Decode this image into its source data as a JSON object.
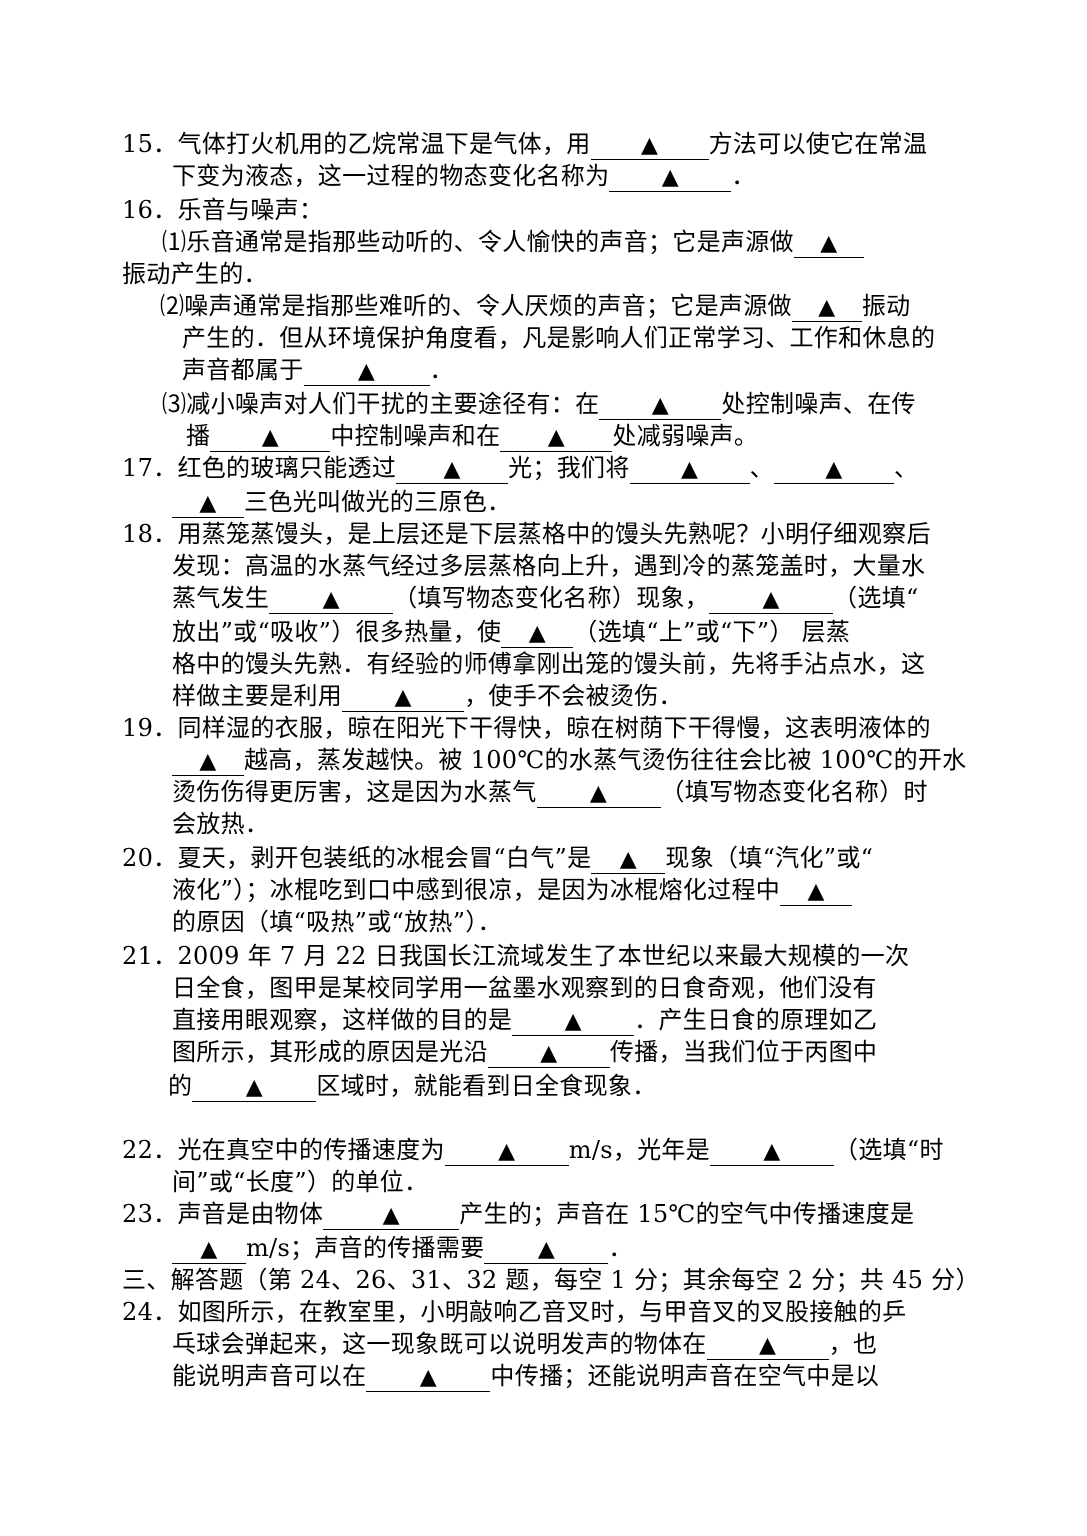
{
  "blank_mark": "▲",
  "q15": {
    "num": "15．",
    "l1a": "气体打火机用的乙烷常温下是气体，用",
    "l1b": "方法可以使它在常温",
    "l2a": "下变为液态，这一过程的物态变化名称为",
    "l2b": "．"
  },
  "q16": {
    "num": "16．",
    "title": "乐音与噪声：",
    "p1a": "⑴乐音通常是指那些动听的、令人愉快的声音；它是声源做",
    "p1b": "振动产生的．",
    "p2a": "⑵噪声通常是指那些难听的、令人厌烦的声音；它是声源做",
    "p2b": "振动",
    "p2c": "产生的．但从环境保护角度看，凡是影响人们正常学习、工作和休息的",
    "p2d": "声音都属于",
    "p2e": "．",
    "p3a": "⑶减小噪声对人们干扰的主要途径有：在",
    "p3b": "处控制噪声、在传",
    "p3c": "播",
    "p3d": "中控制噪声和在",
    "p3e": "处减弱噪声。"
  },
  "q17": {
    "num": "17．",
    "a": "红色的玻璃只能透过",
    "b": "光；我们将",
    "sep": "、",
    "c": "三色光叫做光的三原色．"
  },
  "q18": {
    "num": "18．",
    "l1": "用蒸笼蒸馒头，是上层还是下层蒸格中的馒头先熟呢？小明仔细观察后",
    "l2": "发现：高温的水蒸气经过多层蒸格向上升，遇到冷的蒸笼盖时，大量水",
    "l3a": "蒸气发生",
    "l3b": "（填写物态变化名称）现象，",
    "l3c": "（选填“",
    "l4a": "放出”或“吸收”）很多热量，使",
    "l4b": "（选填“上”或“下”）  层蒸",
    "l5": "格中的馒头先熟．有经验的师傅拿刚出笼的馒头前，先将手沾点水，这",
    "l6a": "样做主要是利用",
    "l6b": "，使手不会被烫伤．"
  },
  "q19": {
    "num": "19．",
    "l1": "同样湿的衣服，晾在阳光下干得快，晾在树荫下干得慢，这表明液体的",
    "l2": "越高，蒸发越快。被 100℃的水蒸气烫伤往往会比被 100℃的开水",
    "l3a": "烫伤伤得更厉害，这是因为水蒸气",
    "l3b": "（填写物态变化名称）时",
    "l4": "会放热．"
  },
  "q20": {
    "num": "20．",
    "l1a": "夏天，剥开包装纸的冰棍会冒“白气”是",
    "l1b": "现象（填“汽化”或“",
    "l2a": "液化”）；冰棍吃到口中感到很凉，是因为冰棍熔化过程中",
    "l3": "的原因（填“吸热”或“放热”）．"
  },
  "q21": {
    "num": "21．",
    "l1": "2009 年 7 月 22 日我国长江流域发生了本世纪以来最大规模的一次",
    "l2": "日全食，图甲是某校同学用一盆墨水观察到的日食奇观，他们没有",
    "l3a": "直接用眼观察，这样做的目的是",
    "l3b": "．产生日食的原理如乙",
    "l4a": "图所示，其形成的原因是光沿",
    "l4b": "传播，当我们位于丙图中",
    "l5a": "的",
    "l5b": "区域时，就能看到日全食现象．"
  },
  "q22": {
    "num": "22．",
    "l1a": "光在真空中的传播速度为",
    "l1b": "m/s，光年是",
    "l1c": "（选填“时",
    "l2": "间”或“长度”）的单位．"
  },
  "q23": {
    "num": "23．",
    "l1a": "声音是由物体",
    "l1b": "产生的；声音在 15℃的空气中传播速度是",
    "l2a": "m/s；声音的传播需要",
    "l2b": "．"
  },
  "section3": "三、解答题（第 24、26、31、32 题，每空 1 分；其余每空 2 分；共 45 分）",
  "q24": {
    "num": "24．",
    "l1": "如图所示，在教室里，小明敲响乙音叉时，与甲音叉的叉股接触的乒",
    "l2a": "乓球会弹起来，这一现象既可以说明发声的物体在",
    "l2b": "，也",
    "l3a": "能说明声音可以在",
    "l3b": "中传播；还能说明声音在空气中是以"
  }
}
